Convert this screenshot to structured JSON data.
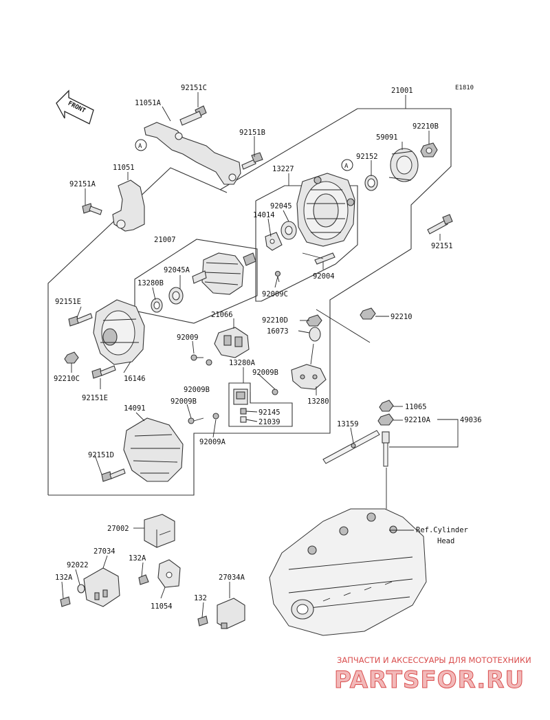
{
  "diagram": {
    "code": "E1810",
    "front_label": "FRONT",
    "ref_label_line1": "Ref.Cylinder",
    "ref_label_line2": "Head",
    "callout": "A",
    "parts": [
      "92151C",
      "11051A",
      "21001",
      "92151B",
      "92210B",
      "59091",
      "13227",
      "92152",
      "11051",
      "92151A",
      "92045",
      "14014",
      "92151",
      "21007",
      "92045A",
      "13280B",
      "92004",
      "92009C",
      "92151E",
      "21066",
      "92210D",
      "92210",
      "16073",
      "92009",
      "92210C",
      "16146",
      "13280A",
      "92009B",
      "92151E",
      "92009B",
      "13280",
      "92009B",
      "92145",
      "21039",
      "14091",
      "92009A",
      "11065",
      "92210A",
      "49036",
      "13159",
      "92151D",
      "27002",
      "27034",
      "92022",
      "132A",
      "132A",
      "11054",
      "27034A",
      "132"
    ]
  },
  "watermark": {
    "tagline": "ЗАПЧАСТИ И АКСЕССУАРЫ ДЛЯ МОТОТЕХНИКИ",
    "logo": "PARTSFOR.RU"
  }
}
